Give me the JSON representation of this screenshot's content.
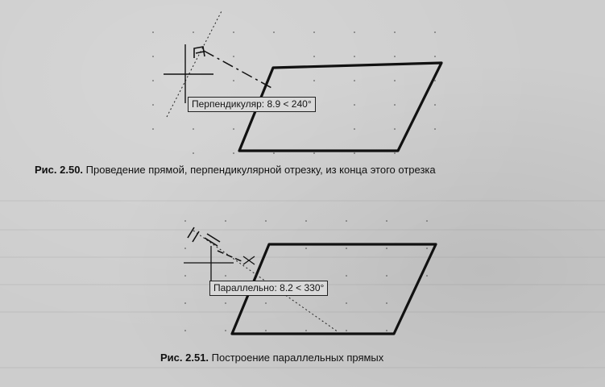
{
  "figure_1": {
    "tooltip": "Перпендикуляр: 8.9 < 240°",
    "caption_number": "Рис. 2.50.",
    "caption_text": " Проведение прямой, перпендикулярной отрезку, из конца этого отрезка"
  },
  "figure_2": {
    "tooltip": "Параллельно: 8.2 < 330°",
    "caption_number": "Рис. 2.51.",
    "caption_text": " Построение параллельных прямых"
  }
}
